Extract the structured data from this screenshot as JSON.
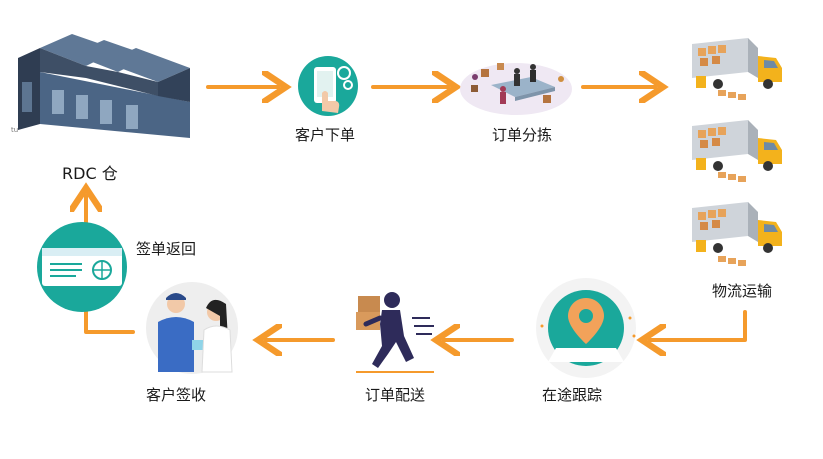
{
  "nodes": {
    "rdc": "RDC 仓",
    "order": "客户下单",
    "sort": "订单分拣",
    "transport": "物流运输",
    "tracking": "在途跟踪",
    "delivery": "订单配送",
    "sign": "客户签收",
    "return": "签单返回"
  },
  "colors": {
    "arrow": "#f59a2c",
    "teal": "#1aa89b",
    "truck_yellow": "#f3b21c",
    "warehouse_roof": "#3e4f66"
  }
}
